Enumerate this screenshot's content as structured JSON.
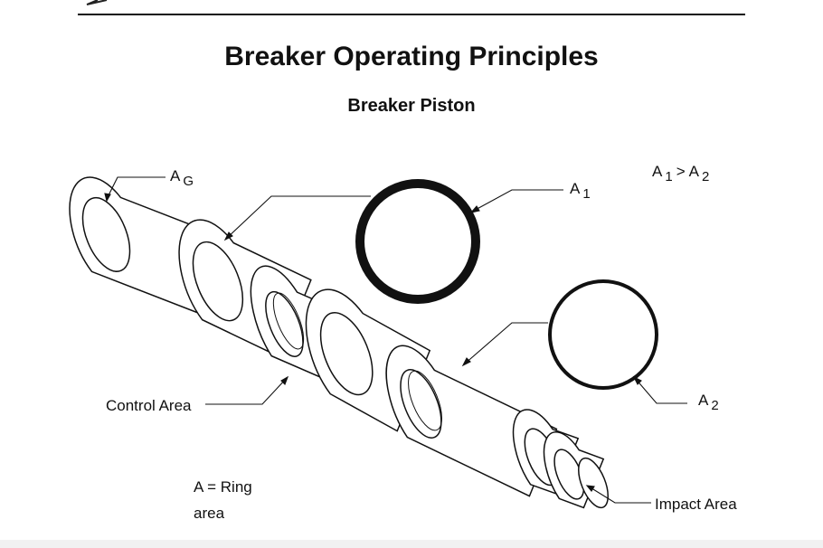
{
  "header": {
    "title": "Breaker Operating Principles",
    "subtitle": "Breaker Piston"
  },
  "diagram": {
    "labels": {
      "ag": {
        "base": "A",
        "sub": "G"
      },
      "a1": {
        "base": "A",
        "sub": "1"
      },
      "a2": {
        "base": "A",
        "sub": "2"
      },
      "relation": {
        "left_base": "A",
        "left_sub": "1",
        "op": ">",
        "right_base": "A",
        "right_sub": "2"
      },
      "control_area": "Control Area",
      "impact_area": "Impact Area",
      "ring_note_line1": "A = Ring",
      "ring_note_line2": "area"
    }
  }
}
